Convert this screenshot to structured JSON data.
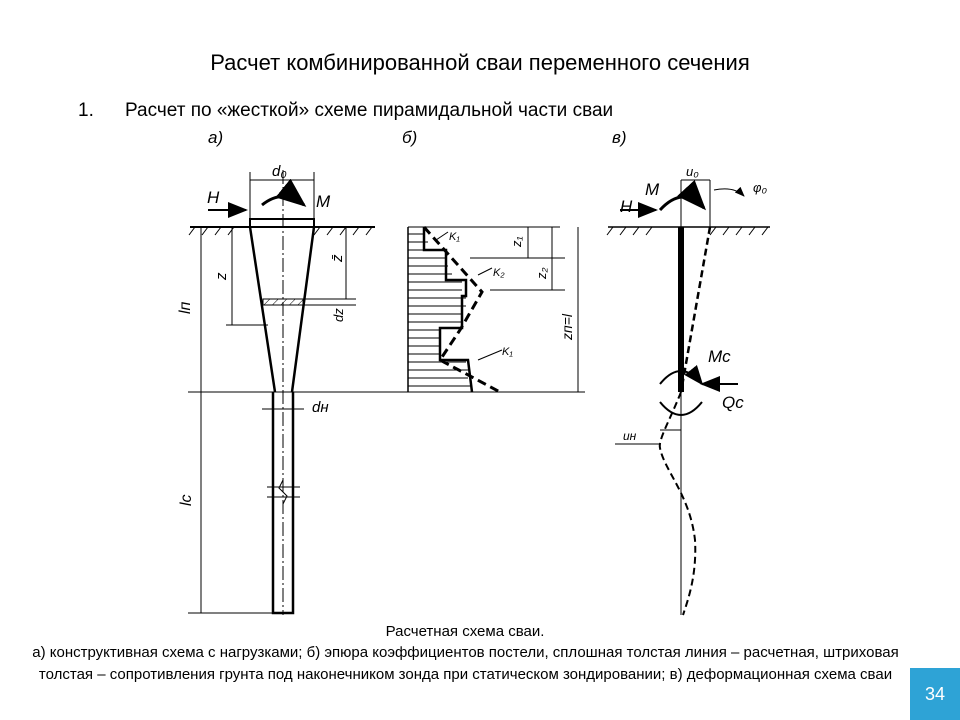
{
  "slide": {
    "title": "Расчет комбинированной сваи переменного сечения",
    "item_number": "1.",
    "item_text": "Расчет по «жесткой» схеме пирамидальной части сваи"
  },
  "diagram": {
    "panel_labels": [
      "а)",
      "б)",
      "в)"
    ],
    "a": {
      "load_H": "H",
      "load_M": "M",
      "top_width": "d₀",
      "bottom_width": "dн",
      "depth_var": "z",
      "depth_var_right": "z̄",
      "slice_thickness": "dz",
      "pyramid_length": "lп",
      "column_length": "lс"
    },
    "b": {
      "k1_top": "K₁",
      "k2": "K₂",
      "k1_bottom": "K₁",
      "z1": "z₁",
      "z2": "z₂",
      "zn": "zп=l"
    },
    "c": {
      "load_H": "H",
      "load_M": "M",
      "top_disp": "u₀",
      "top_rot": "φ₀",
      "moment_c": "Mс",
      "shear_c": "Qс",
      "disp_n": "uн"
    }
  },
  "caption": {
    "heading": "Расчетная схема сваи.",
    "body": "а) конструктивная схема с нагрузками; б) эпюра коэффициентов постели, сплошная толстая линия – расчетная, штриховая толстая – сопротивления грунта под наконечником зонда при статическом зондировании; в) деформационная схема сваи"
  },
  "page_number": "34"
}
